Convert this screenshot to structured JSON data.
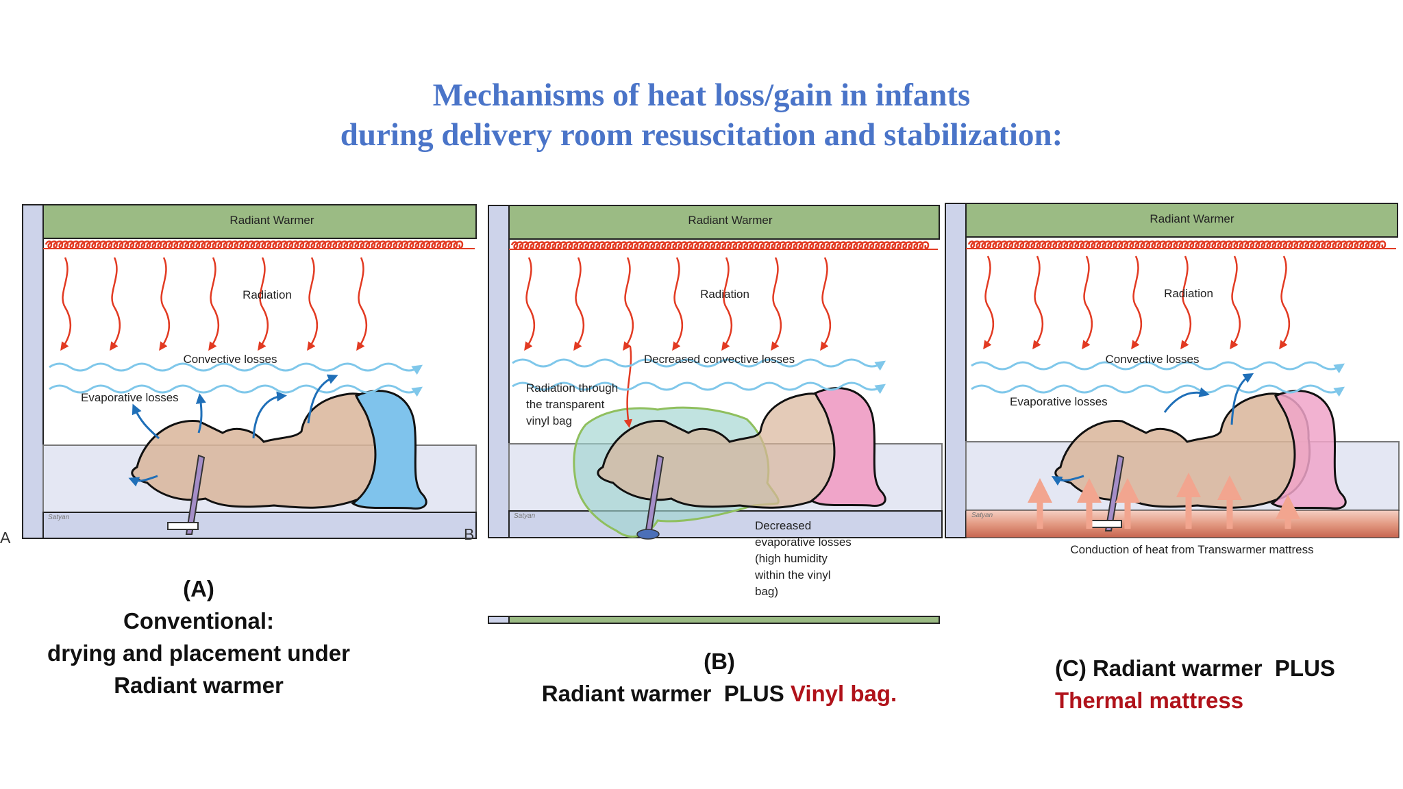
{
  "title": {
    "line1": "Mechanisms of heat loss/gain in infants",
    "line2": "during delivery room resuscitation and stabilization:"
  },
  "panels": [
    {
      "id": "A",
      "warmer_label": "Radiant Warmer",
      "radiation_label": "Radiation",
      "convective_label": "Convective losses",
      "evaporative_label": "Evaporative losses",
      "corner_left": "A",
      "corner_right": "B",
      "signature": "Satyan"
    },
    {
      "id": "B",
      "warmer_label": "Radiant Warmer",
      "radiation_label": "Radiation",
      "convective_label": "Decreased convective losses",
      "radiation_through": [
        "Radiation through",
        "the transparent",
        "vinyl bag"
      ],
      "decreased_evap": [
        "Decreased",
        "evaporative losses",
        "(high humidity",
        "within the vinyl",
        "bag)"
      ],
      "signature": "Satyan"
    },
    {
      "id": "C",
      "warmer_label": "Radiant Warmer",
      "radiation_label": "Radiation",
      "convective_label": "Convective losses",
      "evaporative_label": "Evaporative losses",
      "conduction_label": "Conduction of heat from Transwarmer mattress",
      "signature": "Satyan"
    }
  ],
  "captions": {
    "a_line1": "(A)",
    "a_line2": "Conventional:",
    "a_line3": "drying and placement under",
    "a_line4": "Radiant warmer",
    "b_line1": "(B)",
    "b_line2_black": "Radiant warmer  PLUS ",
    "b_line2_red": "Vinyl bag.",
    "c_line1": "(C) Radiant warmer  PLUS",
    "c_line2_red": "Thermal mattress"
  },
  "colors": {
    "title": "#4a74c8",
    "warmer": "#9bbb84",
    "heater_coil": "#e23a22",
    "radiation_arrow": "#e23a22",
    "convective_wave": "#7fc7ea",
    "evaporative_arrow": "#1f6fb8",
    "bed_fill": "#cdd3ea",
    "infant_skin": "#d9b59a",
    "cap_a": "#7fc3ec",
    "cap_b": "#f0a5c9",
    "vinyl_bag": "#9fd4cf",
    "mattress": "#e39a83",
    "caption_red": "#b0121a"
  }
}
